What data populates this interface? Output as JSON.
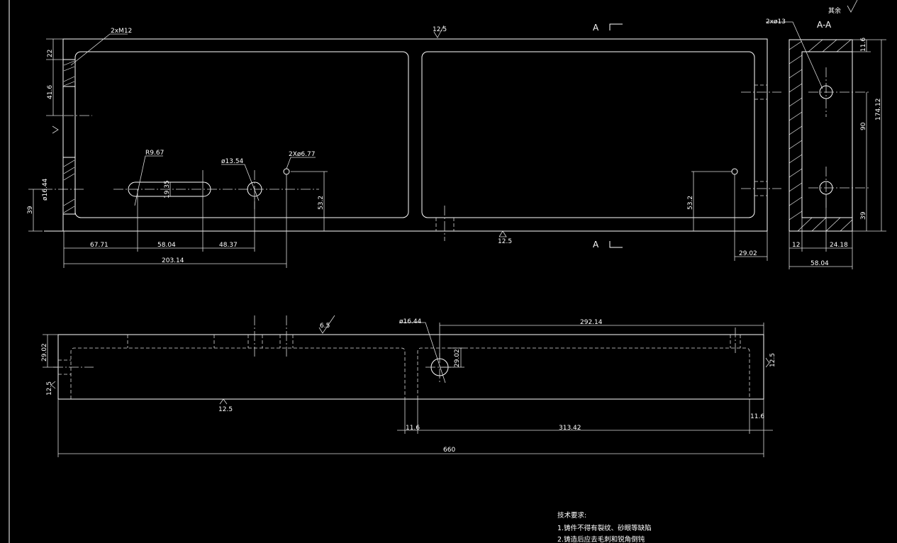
{
  "surface_finish": {
    "other": "其余"
  },
  "section_label": "A-A",
  "cut_marker": "A",
  "callouts": {
    "thread": "2xM12",
    "holes_section": "2xø13",
    "slot_radius": "R9.67",
    "hole_mid": "ø13.54",
    "holes_small": "2Xø6.77",
    "hole_bottom": "ø16.44",
    "pin_left": "ø16.44"
  },
  "roughness": [
    "12.5",
    "12.5",
    "12.5",
    "12.5",
    "12.5",
    "6.5"
  ],
  "dims_top_view": {
    "d22": "22",
    "d41_6": "41.6",
    "d39": "39",
    "d19_35": "19.35",
    "d53_2_left": "53.2",
    "d53_2_right": "53.2",
    "d67_71": "67.71",
    "d58_04": "58.04",
    "d48_37": "48.37",
    "d203_14": "203.14",
    "d29_02": "29.02"
  },
  "dims_section": {
    "d11_6": "11.6",
    "d174_12": "174.12",
    "d90": "90",
    "d39": "39",
    "d12": "12",
    "d24_18": "24.18",
    "d58_04": "58.04"
  },
  "dims_front_view": {
    "d29_02_left": "29.02",
    "d29_02_hole": "29.02",
    "d292_14": "292.14",
    "d11_6_left": "11.6",
    "d313_42": "313.42",
    "d11_6_right": "11.6",
    "d660": "660"
  },
  "notes": {
    "title": "技术要求:",
    "line1": "1.铸件不得有裂纹、砂眼等缺陷",
    "line2": "2.铸造后应去毛刺和锐角倒钝"
  }
}
